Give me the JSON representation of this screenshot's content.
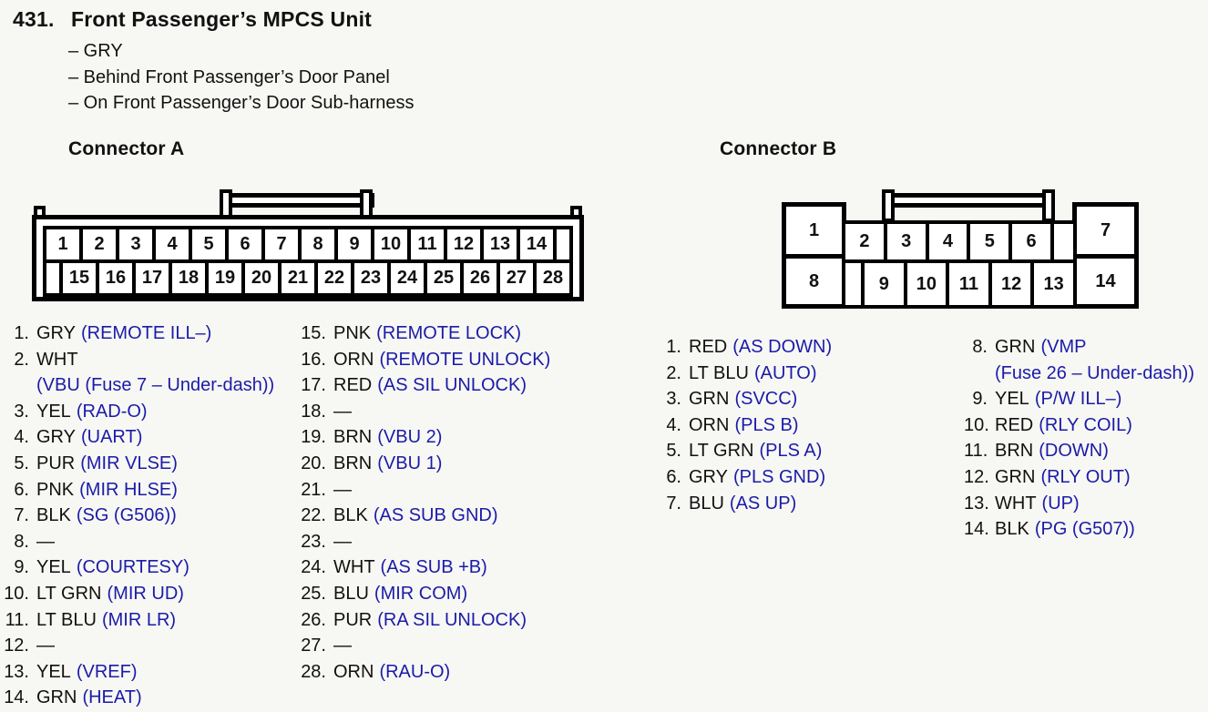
{
  "page": {
    "number": "431.",
    "title": "Front Passenger’s MPCS Unit",
    "details": [
      "– GRY",
      "– Behind Front Passenger’s Door Panel",
      "– On Front Passenger’s Door Sub-harness"
    ]
  },
  "colors": {
    "signal_blue": "#1b1ba8",
    "ink": "#111111",
    "background": "#f7f7f4"
  },
  "connector_a": {
    "heading": "Connector A",
    "top_row": [
      "1",
      "2",
      "3",
      "4",
      "5",
      "6",
      "7",
      "8",
      "9",
      "10",
      "11",
      "12",
      "13",
      "14"
    ],
    "bottom_row": [
      "15",
      "16",
      "17",
      "18",
      "19",
      "20",
      "21",
      "22",
      "23",
      "24",
      "25",
      "26",
      "27",
      "28"
    ]
  },
  "connector_b": {
    "heading": "Connector B",
    "corner_cells": {
      "top_left": "1",
      "top_right": "7",
      "bottom_left": "8",
      "bottom_right": "14"
    },
    "mid_top_row": [
      "2",
      "3",
      "4",
      "5",
      "6"
    ],
    "mid_bottom_row": [
      "9",
      "10",
      "11",
      "12",
      "13"
    ]
  },
  "pins": {
    "a1": [
      {
        "num": "1.",
        "wire": "GRY",
        "signal": "(REMOTE ILL–)"
      },
      {
        "num": "2.",
        "wire": "WHT",
        "line2": "(VBU (Fuse 7 – Under-dash))"
      },
      {
        "num": "3.",
        "wire": "YEL",
        "signal": "(RAD-O)"
      },
      {
        "num": "4.",
        "wire": "GRY",
        "signal": "(UART)"
      },
      {
        "num": "5.",
        "wire": "PUR",
        "signal": "(MIR VLSE)"
      },
      {
        "num": "6.",
        "wire": "PNK",
        "signal": "(MIR HLSE)"
      },
      {
        "num": "7.",
        "wire": "BLK",
        "signal": "(SG (G506))"
      },
      {
        "num": "8.",
        "wire": "—"
      },
      {
        "num": "9.",
        "wire": "YEL",
        "signal": "(COURTESY)"
      },
      {
        "num": "10.",
        "wire": "LT GRN",
        "signal": "(MIR UD)"
      },
      {
        "num": "11.",
        "wire": "LT BLU",
        "signal": "(MIR LR)"
      },
      {
        "num": "12.",
        "wire": "—"
      },
      {
        "num": "13.",
        "wire": "YEL",
        "signal": "(VREF)"
      },
      {
        "num": "14.",
        "wire": "GRN",
        "signal": "(HEAT)"
      }
    ],
    "a2": [
      {
        "num": "15.",
        "wire": "PNK",
        "signal": "(REMOTE LOCK)"
      },
      {
        "num": "16.",
        "wire": "ORN",
        "signal": "(REMOTE UNLOCK)"
      },
      {
        "num": "17.",
        "wire": "RED",
        "signal": "(AS SIL UNLOCK)"
      },
      {
        "num": "18.",
        "wire": "—"
      },
      {
        "num": "19.",
        "wire": "BRN",
        "signal": "(VBU 2)"
      },
      {
        "num": "20.",
        "wire": "BRN",
        "signal": "(VBU 1)"
      },
      {
        "num": "21.",
        "wire": "—"
      },
      {
        "num": "22.",
        "wire": "BLK",
        "signal": "(AS SUB GND)"
      },
      {
        "num": "23.",
        "wire": "—"
      },
      {
        "num": "24.",
        "wire": "WHT",
        "signal": "(AS SUB +B)"
      },
      {
        "num": "25.",
        "wire": "BLU",
        "signal": "(MIR COM)"
      },
      {
        "num": "26.",
        "wire": "PUR",
        "signal": "(RA SIL UNLOCK)"
      },
      {
        "num": "27.",
        "wire": "—"
      },
      {
        "num": "28.",
        "wire": "ORN",
        "signal": "(RAU-O)"
      }
    ],
    "b1": [
      {
        "num": "1.",
        "wire": "RED",
        "signal": "(AS DOWN)"
      },
      {
        "num": "2.",
        "wire": "LT BLU",
        "signal": "(AUTO)"
      },
      {
        "num": "3.",
        "wire": "GRN",
        "signal": "(SVCC)"
      },
      {
        "num": "4.",
        "wire": "ORN",
        "signal": "(PLS B)"
      },
      {
        "num": "5.",
        "wire": "LT GRN",
        "signal": "(PLS A)"
      },
      {
        "num": "6.",
        "wire": "GRY",
        "signal": "(PLS GND)"
      },
      {
        "num": "7.",
        "wire": "BLU",
        "signal": "(AS UP)"
      }
    ],
    "b2": [
      {
        "num": "8.",
        "wire": "GRN",
        "signal": "(VMP",
        "line2": "(Fuse 26 – Under-dash))"
      },
      {
        "num": "9.",
        "wire": "YEL",
        "signal": "(P/W ILL–)"
      },
      {
        "num": "10.",
        "wire": "RED",
        "signal": "(RLY COIL)"
      },
      {
        "num": "11.",
        "wire": "BRN",
        "signal": "(DOWN)"
      },
      {
        "num": "12.",
        "wire": "GRN",
        "signal": "(RLY OUT)"
      },
      {
        "num": "13.",
        "wire": "WHT",
        "signal": "(UP)"
      },
      {
        "num": "14.",
        "wire": "BLK",
        "signal": "(PG (G507))"
      }
    ]
  }
}
